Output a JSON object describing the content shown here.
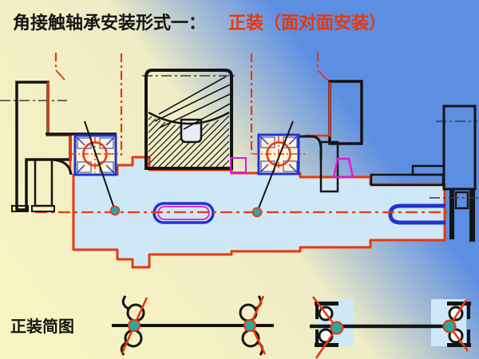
{
  "slide": {
    "title_black": "角接触轴承安装形式一：",
    "title_red": "正装（面对面安装）",
    "schematic_label": "正装简图"
  },
  "colors": {
    "bg_yellow": "#f9f5c2",
    "bg_mid": "#efecc6",
    "bg_blue": "#5c8ee2",
    "red": "#e8380d",
    "shaft_fill": "#cfe8f8",
    "bearing_fill": "#fdf5d6",
    "blue": "#2233cc",
    "teal": "#2aa8a2",
    "teal_light": "#8fd8d2",
    "magenta": "#e019d8",
    "ink": "#141414",
    "gray": "#3c3c3c"
  }
}
